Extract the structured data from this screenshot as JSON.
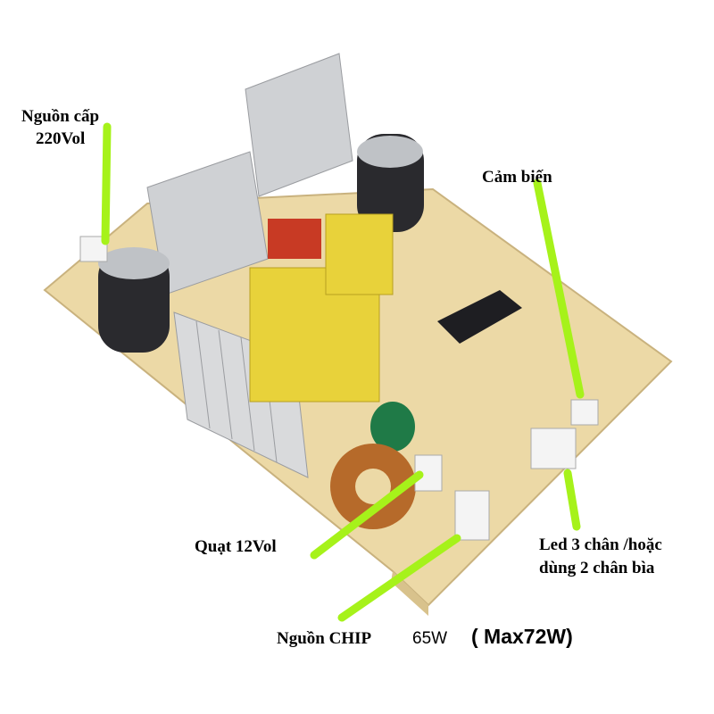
{
  "labels": {
    "power_in_line1": "Nguồn cấp",
    "power_in_line2": "220Vol",
    "sensor": "Cảm biến",
    "fan": "Quạt 12Vol",
    "led_line1": "Led 3 chân /hoặc",
    "led_line2": "dùng 2 chân bìa",
    "chip_power": "Nguồn CHIP",
    "power_rating": "65W",
    "power_max": "( Max72W)"
  },
  "colors": {
    "pointer": "#a6f21a",
    "board": "#ecd9a6"
  }
}
